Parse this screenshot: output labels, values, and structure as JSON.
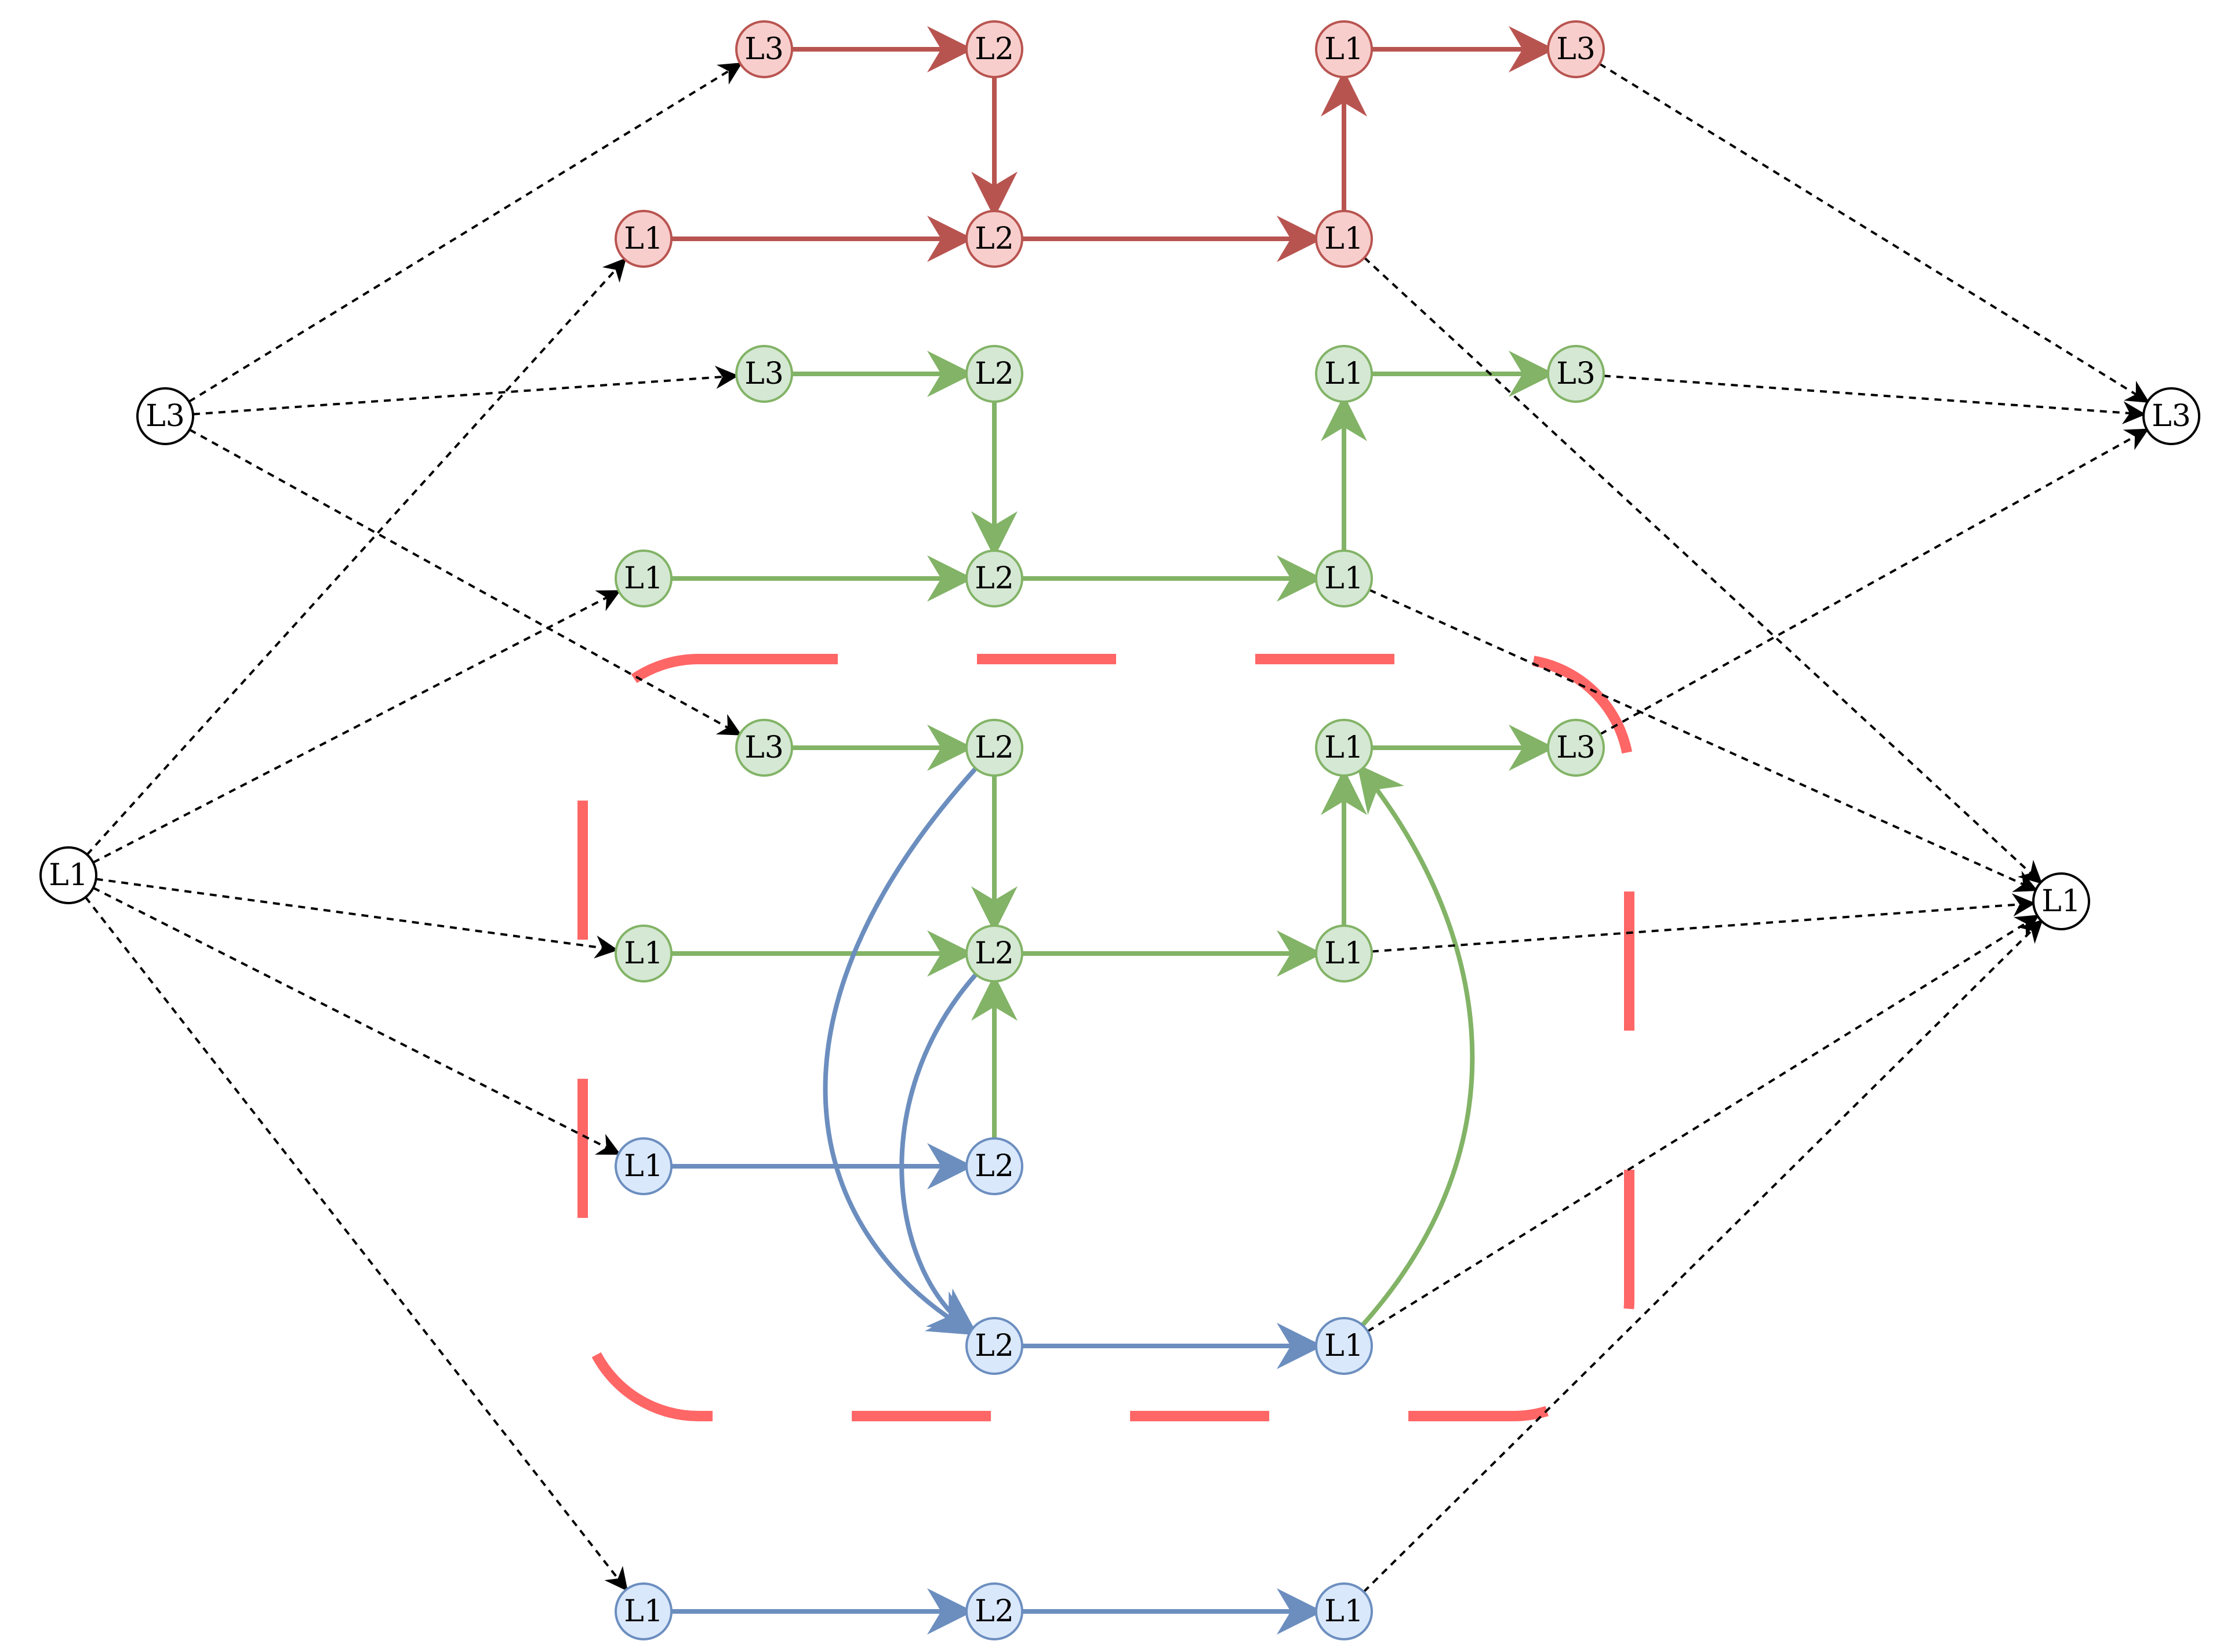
{
  "colors": {
    "red_fill": "#f8cecc",
    "red_stroke": "#b85450",
    "green_fill": "#d5e8d4",
    "green_stroke": "#82b366",
    "blue_fill": "#dae8fc",
    "blue_stroke": "#6c8ebf",
    "white_fill": "#ffffff",
    "black_stroke": "#000000",
    "dashed_box": "#ff6666"
  },
  "nodes": [
    {
      "id": "src_l3",
      "label": "L3",
      "color": "white"
    },
    {
      "id": "src_l1",
      "label": "L1",
      "color": "white"
    },
    {
      "id": "dst_l3",
      "label": "L3",
      "color": "white"
    },
    {
      "id": "dst_l1",
      "label": "L1",
      "color": "white"
    },
    {
      "id": "r_a",
      "label": "L3",
      "color": "red"
    },
    {
      "id": "r_b",
      "label": "L2",
      "color": "red"
    },
    {
      "id": "r_c",
      "label": "L1",
      "color": "red"
    },
    {
      "id": "r_d",
      "label": "L3",
      "color": "red"
    },
    {
      "id": "r_e",
      "label": "L1",
      "color": "red"
    },
    {
      "id": "r_f",
      "label": "L2",
      "color": "red"
    },
    {
      "id": "r_g",
      "label": "L1",
      "color": "red"
    },
    {
      "id": "g1_a",
      "label": "L3",
      "color": "green"
    },
    {
      "id": "g1_b",
      "label": "L2",
      "color": "green"
    },
    {
      "id": "g1_c",
      "label": "L1",
      "color": "green"
    },
    {
      "id": "g1_d",
      "label": "L3",
      "color": "green"
    },
    {
      "id": "g1_e",
      "label": "L1",
      "color": "green"
    },
    {
      "id": "g1_f",
      "label": "L2",
      "color": "green"
    },
    {
      "id": "g1_g",
      "label": "L1",
      "color": "green"
    },
    {
      "id": "g2_a",
      "label": "L3",
      "color": "green"
    },
    {
      "id": "g2_b",
      "label": "L2",
      "color": "green"
    },
    {
      "id": "g2_c",
      "label": "L1",
      "color": "green"
    },
    {
      "id": "g2_d",
      "label": "L3",
      "color": "green"
    },
    {
      "id": "g2_e",
      "label": "L1",
      "color": "green"
    },
    {
      "id": "g2_f",
      "label": "L2",
      "color": "green"
    },
    {
      "id": "g2_g",
      "label": "L1",
      "color": "green"
    },
    {
      "id": "b1_a",
      "label": "L1",
      "color": "blue"
    },
    {
      "id": "b1_b",
      "label": "L2",
      "color": "blue"
    },
    {
      "id": "b1_c",
      "label": "L2",
      "color": "blue"
    },
    {
      "id": "b1_d",
      "label": "L1",
      "color": "blue"
    },
    {
      "id": "b2_a",
      "label": "L1",
      "color": "blue"
    },
    {
      "id": "b2_b",
      "label": "L2",
      "color": "blue"
    },
    {
      "id": "b2_c",
      "label": "L1",
      "color": "blue"
    }
  ],
  "edges": [
    {
      "from": "r_a",
      "to": "r_b",
      "color": "red"
    },
    {
      "from": "r_b",
      "to": "r_f",
      "color": "red"
    },
    {
      "from": "r_e",
      "to": "r_f",
      "color": "red"
    },
    {
      "from": "r_f",
      "to": "r_g",
      "color": "red"
    },
    {
      "from": "r_g",
      "to": "r_c",
      "color": "red"
    },
    {
      "from": "r_c",
      "to": "r_d",
      "color": "red"
    },
    {
      "from": "g1_a",
      "to": "g1_b",
      "color": "green"
    },
    {
      "from": "g1_b",
      "to": "g1_f",
      "color": "green"
    },
    {
      "from": "g1_e",
      "to": "g1_f",
      "color": "green"
    },
    {
      "from": "g1_f",
      "to": "g1_g",
      "color": "green"
    },
    {
      "from": "g1_g",
      "to": "g1_c",
      "color": "green"
    },
    {
      "from": "g1_c",
      "to": "g1_d",
      "color": "green"
    },
    {
      "from": "g2_a",
      "to": "g2_b",
      "color": "green"
    },
    {
      "from": "g2_b",
      "to": "g2_f",
      "color": "green"
    },
    {
      "from": "g2_e",
      "to": "g2_f",
      "color": "green"
    },
    {
      "from": "g2_f",
      "to": "g2_g",
      "color": "green"
    },
    {
      "from": "g2_g",
      "to": "g2_c",
      "color": "green"
    },
    {
      "from": "g2_c",
      "to": "g2_d",
      "color": "green"
    },
    {
      "from": "b1_b",
      "to": "g2_f",
      "color": "green"
    },
    {
      "from": "b1_d",
      "to": "g2_c",
      "color": "green",
      "curve": true
    },
    {
      "from": "b1_a",
      "to": "b1_b",
      "color": "blue"
    },
    {
      "from": "b1_c",
      "to": "b1_d",
      "color": "blue"
    },
    {
      "from": "g2_b",
      "to": "b1_c",
      "color": "blue",
      "curve": true
    },
    {
      "from": "g2_f",
      "to": "b1_c",
      "color": "blue",
      "curve": true
    },
    {
      "from": "b2_a",
      "to": "b2_b",
      "color": "blue"
    },
    {
      "from": "b2_b",
      "to": "b2_c",
      "color": "blue"
    },
    {
      "from": "src_l3",
      "to": "r_a",
      "color": "black",
      "dashed": true
    },
    {
      "from": "src_l3",
      "to": "g1_a",
      "color": "black",
      "dashed": true
    },
    {
      "from": "src_l3",
      "to": "g2_a",
      "color": "black",
      "dashed": true
    },
    {
      "from": "src_l1",
      "to": "r_e",
      "color": "black",
      "dashed": true
    },
    {
      "from": "src_l1",
      "to": "g1_e",
      "color": "black",
      "dashed": true
    },
    {
      "from": "src_l1",
      "to": "g2_e",
      "color": "black",
      "dashed": true
    },
    {
      "from": "src_l1",
      "to": "b1_a",
      "color": "black",
      "dashed": true
    },
    {
      "from": "src_l1",
      "to": "b2_a",
      "color": "black",
      "dashed": true
    },
    {
      "from": "r_d",
      "to": "dst_l3",
      "color": "black",
      "dashed": true
    },
    {
      "from": "g1_d",
      "to": "dst_l3",
      "color": "black",
      "dashed": true
    },
    {
      "from": "g2_d",
      "to": "dst_l3",
      "color": "black",
      "dashed": true
    },
    {
      "from": "r_g",
      "to": "dst_l1",
      "color": "black",
      "dashed": true
    },
    {
      "from": "g1_g",
      "to": "dst_l1",
      "color": "black",
      "dashed": true
    },
    {
      "from": "g2_g",
      "to": "dst_l1",
      "color": "black",
      "dashed": true
    },
    {
      "from": "b1_d",
      "to": "dst_l1",
      "color": "black",
      "dashed": true
    },
    {
      "from": "b2_c",
      "to": "dst_l1",
      "color": "black",
      "dashed": true
    }
  ]
}
